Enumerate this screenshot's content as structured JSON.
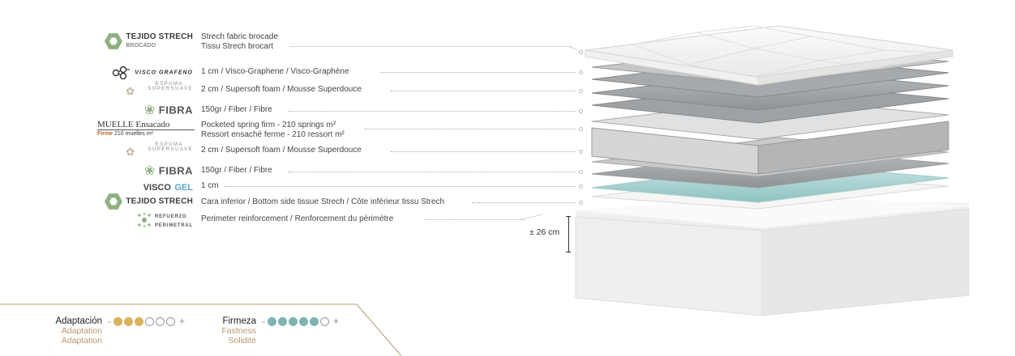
{
  "layers": [
    {
      "logo_main": "TEJIDO STRECH",
      "logo_sub": "BROCADO",
      "logo_icon": "hexagon-icon",
      "lines": [
        "Strech fabric brocade",
        "Tissu Strech brocart"
      ]
    },
    {
      "logo_main": "VISCO GRAFENO",
      "logo_icon": "graphene-molecule-icon",
      "lines": [
        "1 cm / Visco-Graphene / Visco-Graphène"
      ]
    },
    {
      "logo_main": "ESPUMA",
      "logo_sub": "SUPERSUAVE",
      "logo_icon": "foam-flower-icon",
      "lines": [
        "2 cm / Supersoft foam / Mousse Superdouce"
      ]
    },
    {
      "logo_main": "FIBRA",
      "logo_icon": "fiber-flower-icon",
      "lines": [
        "150gr / Fiber / Fibre"
      ]
    },
    {
      "logo_main": "MUELLE Ensacado",
      "logo_firm": "Firme",
      "logo_sub": "210 muelles m²",
      "lines": [
        "Pocketed spring firm  - 210 springs m²",
        "Ressort ensaché ferme - 210 ressort  m²"
      ]
    },
    {
      "logo_main": "ESPUMA",
      "logo_sub": "SUPERSUAVE",
      "logo_icon": "foam-flower-icon",
      "lines": [
        "2 cm / Supersoft foam / Mousse Superdouce"
      ]
    },
    {
      "logo_main": "FIBRA",
      "logo_icon": "fiber-flower-icon",
      "lines": [
        "150gr / Fiber / Fibre"
      ]
    },
    {
      "logo_main": "VISCO",
      "logo_accent": "GEL",
      "lines": [
        "1 cm"
      ]
    },
    {
      "logo_main": "TEJIDO STRECH",
      "logo_icon": "hexagon-icon",
      "lines": [
        "Cara inferior / Bottom side tissue Strech / Côte inférieur tissu Strech"
      ]
    },
    {
      "logo_main": "REFUERZO",
      "logo_sub": "PERIMETRAL",
      "logo_icon": "perimeter-reinforcement-icon",
      "lines": [
        "Perimeter reinforcement / Renforcement du périmètre"
      ]
    }
  ],
  "height_label": "± 26 cm",
  "ratings": {
    "adaptation": {
      "title": "Adaptación",
      "sub1": "Adaptation",
      "sub2": "Adaptation",
      "level": 3,
      "max": 6,
      "color": "#d9b25b",
      "minus": "-",
      "plus": "+"
    },
    "firmness": {
      "title": "Firmeza",
      "sub1": "Fastness",
      "sub2": "Solidité",
      "level": 5,
      "max": 6,
      "color": "#7fb3b3",
      "minus": "-",
      "plus": "+"
    }
  },
  "colors": {
    "brand_green": "#8fb083",
    "brand_teal": "#5aa3a0",
    "brand_gold": "#b39a72"
  }
}
